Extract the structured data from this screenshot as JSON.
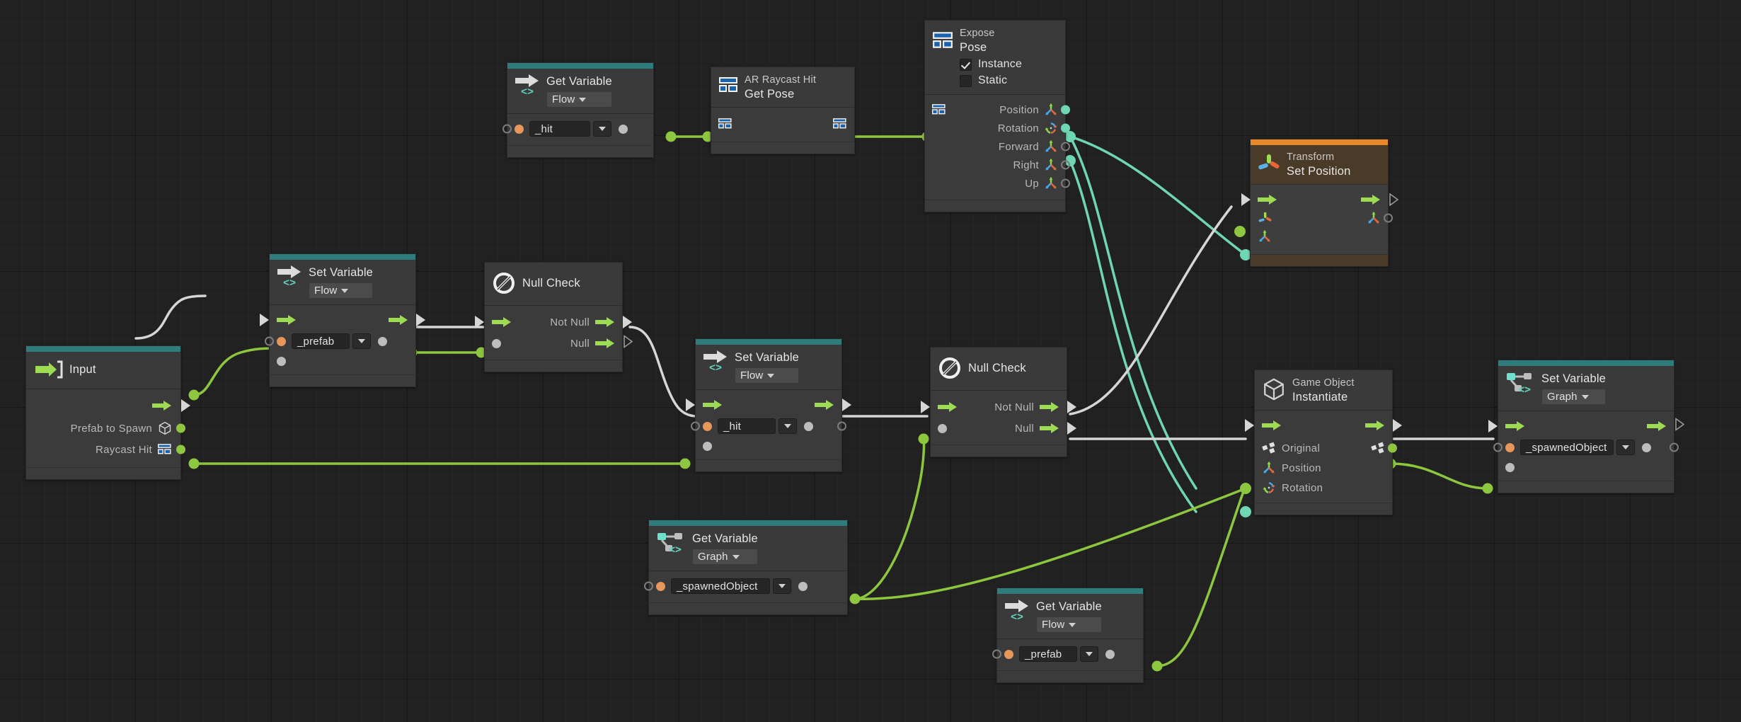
{
  "app": {
    "title": "Unity Visual Scripting Graph",
    "background": "#212121"
  },
  "colors": {
    "accent_teal": "#2f7c7c",
    "accent_orange": "#e8862a",
    "wire_flow": "#d6d6d6",
    "wire_gameobject": "#8dc63f",
    "wire_vector": "#6fd6b3",
    "port_orange": "#e8965a",
    "port_grey": "#bdbdbd"
  },
  "nodes": [
    {
      "id": "get-variable-hit",
      "icon": "arrow-right-icon",
      "title": "Get Variable",
      "subtitle": "",
      "scope_label": "Flow",
      "value": "_hit"
    },
    {
      "id": "ar-raycast-hit-get-pose",
      "icon": "ar-raycast-hit-icon",
      "title_top": "AR Raycast Hit",
      "title_main": "Get Pose"
    },
    {
      "id": "expose-pose",
      "icon": "ar-raycast-hit-icon",
      "title_top": "Expose",
      "title_main": "Pose",
      "checkbox_instance": "Instance",
      "checkbox_instance_checked": true,
      "checkbox_static": "Static",
      "checkbox_static_checked": false,
      "outputs": [
        "Position",
        "Rotation",
        "Forward",
        "Right",
        "Up"
      ]
    },
    {
      "id": "transform-set-position",
      "icon": "transform-icon",
      "title_top": "Transform",
      "title_main": "Set Position"
    },
    {
      "id": "input",
      "icon": "input-arrow-icon",
      "title_main": "Input",
      "outputs": [
        "Prefab to Spawn",
        "Raycast Hit"
      ]
    },
    {
      "id": "set-variable-prefab",
      "icon": "arrow-right-icon",
      "title": "Set Variable",
      "scope_label": "Flow",
      "value": "_prefab"
    },
    {
      "id": "null-check-1",
      "icon": "null-check-icon",
      "title_main": "Null Check",
      "outputs": [
        "Not Null",
        "Null"
      ]
    },
    {
      "id": "set-variable-hit",
      "icon": "arrow-right-icon",
      "title": "Set Variable",
      "scope_label": "Flow",
      "value": "_hit"
    },
    {
      "id": "null-check-2",
      "icon": "null-check-icon",
      "title_main": "Null Check",
      "outputs": [
        "Not Null",
        "Null"
      ]
    },
    {
      "id": "game-object-instantiate",
      "icon": "cube-icon",
      "title_top": "Game Object",
      "title_main": "Instantiate",
      "inputs": [
        "Original",
        "Position",
        "Rotation"
      ]
    },
    {
      "id": "set-variable-spawnedobject",
      "icon": "graph-variable-icon",
      "title": "Set Variable",
      "scope_label": "Graph",
      "value": "_spawnedObject"
    },
    {
      "id": "get-variable-spawnedobject",
      "icon": "graph-variable-icon",
      "title": "Get Variable",
      "scope_label": "Graph",
      "value": "_spawnedObject"
    },
    {
      "id": "get-variable-prefab",
      "icon": "arrow-right-icon",
      "title": "Get Variable",
      "scope_label": "Flow",
      "value": "_prefab"
    }
  ]
}
